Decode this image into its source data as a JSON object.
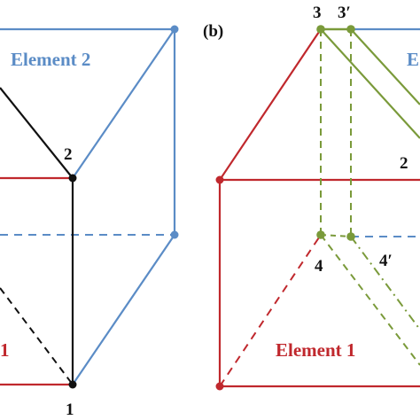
{
  "panel_b": {
    "letter": "(b)"
  },
  "left_panel": {
    "element2_label": "Element 2",
    "element1_label": "1",
    "node_2": "2",
    "node_1": "1"
  },
  "right_panel": {
    "element2_label_partial": "E",
    "element1_label": "Element 1",
    "node_3": "3",
    "node_3_prime": "3′",
    "node_2": "2",
    "node_4": "4",
    "node_4_prime": "4′"
  },
  "colors": {
    "red": "#c0282d",
    "blue": "#5b8cc6",
    "green": "#7a9a3a",
    "black": "#111111"
  }
}
